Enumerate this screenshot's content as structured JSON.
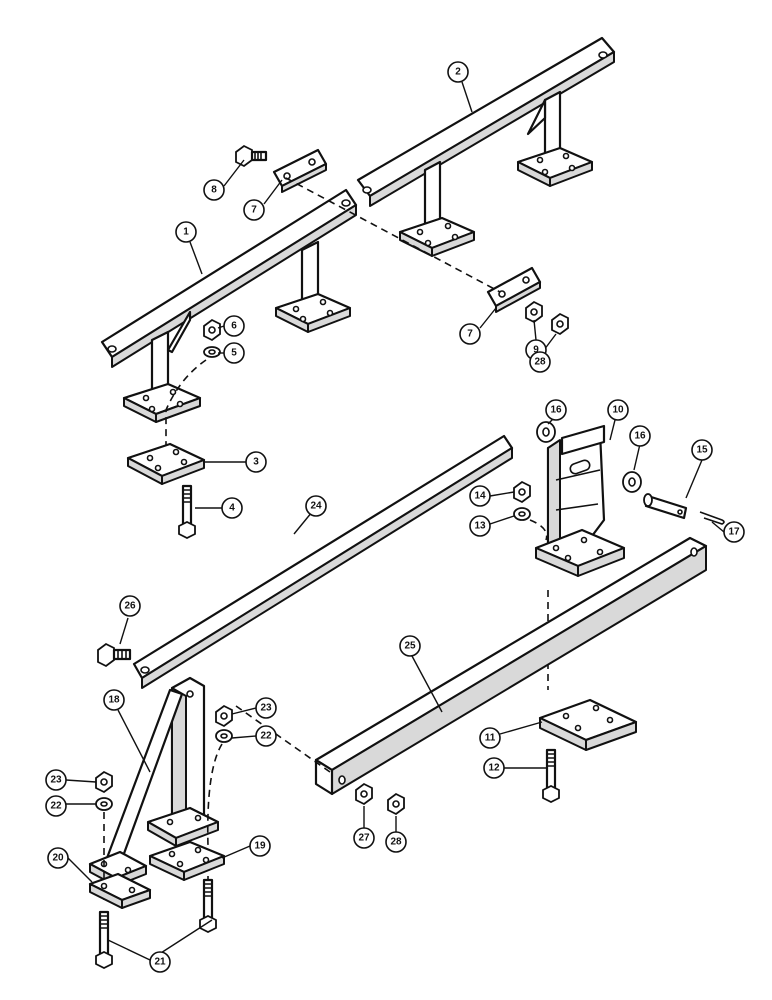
{
  "callouts": [
    {
      "id": "c1",
      "label": "1"
    },
    {
      "id": "c2",
      "label": "2"
    },
    {
      "id": "c3",
      "label": "3"
    },
    {
      "id": "c4",
      "label": "4"
    },
    {
      "id": "c5",
      "label": "5"
    },
    {
      "id": "c6",
      "label": "6"
    },
    {
      "id": "c7a",
      "label": "7"
    },
    {
      "id": "c7b",
      "label": "7"
    },
    {
      "id": "c8",
      "label": "8"
    },
    {
      "id": "c9",
      "label": "9"
    },
    {
      "id": "c10",
      "label": "10"
    },
    {
      "id": "c11",
      "label": "11"
    },
    {
      "id": "c12",
      "label": "12"
    },
    {
      "id": "c13",
      "label": "13"
    },
    {
      "id": "c14",
      "label": "14"
    },
    {
      "id": "c15",
      "label": "15"
    },
    {
      "id": "c16a",
      "label": "16"
    },
    {
      "id": "c16b",
      "label": "16"
    },
    {
      "id": "c17",
      "label": "17"
    },
    {
      "id": "c18",
      "label": "18"
    },
    {
      "id": "c19",
      "label": "19"
    },
    {
      "id": "c20",
      "label": "20"
    },
    {
      "id": "c21",
      "label": "21"
    },
    {
      "id": "c22a",
      "label": "22"
    },
    {
      "id": "c22b",
      "label": "22"
    },
    {
      "id": "c23a",
      "label": "23"
    },
    {
      "id": "c23b",
      "label": "23"
    },
    {
      "id": "c24",
      "label": "24"
    },
    {
      "id": "c25",
      "label": "25"
    },
    {
      "id": "c26",
      "label": "26"
    },
    {
      "id": "c27",
      "label": "27"
    },
    {
      "id": "c28a",
      "label": "28"
    },
    {
      "id": "c28b",
      "label": "28"
    }
  ]
}
